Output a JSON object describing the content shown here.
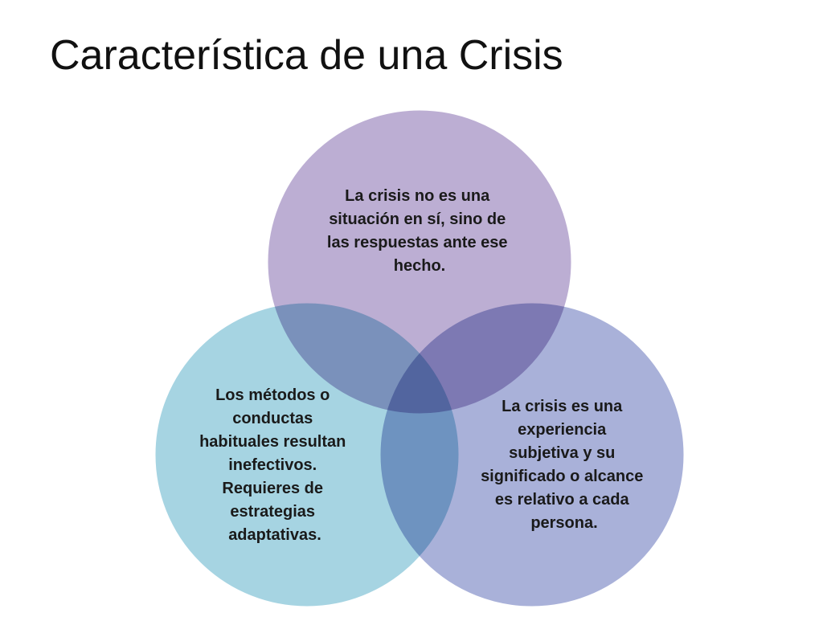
{
  "title": "Característica de una Crisis",
  "colors": {
    "top_circle": "#bcaed3",
    "right_circle": "#a9b1d9",
    "left_circle": "#a6d4e2",
    "stroke": "#ffffff"
  },
  "circles": [
    {
      "id": "top",
      "lines": [
        "La crisis no es una",
        "situación en sí, sino de",
        "las respuestas ante ese",
        "hecho."
      ]
    },
    {
      "id": "right",
      "lines": [
        "La crisis es una",
        "experiencia",
        "subjetiva y su",
        "significado o alcance",
        "es relativo a cada",
        "persona."
      ]
    },
    {
      "id": "left",
      "lines": [
        "Los métodos o",
        "conductas",
        "habituales resultan",
        "inefectivos.",
        "Requieres de",
        "estrategias",
        "adaptativas."
      ]
    }
  ]
}
